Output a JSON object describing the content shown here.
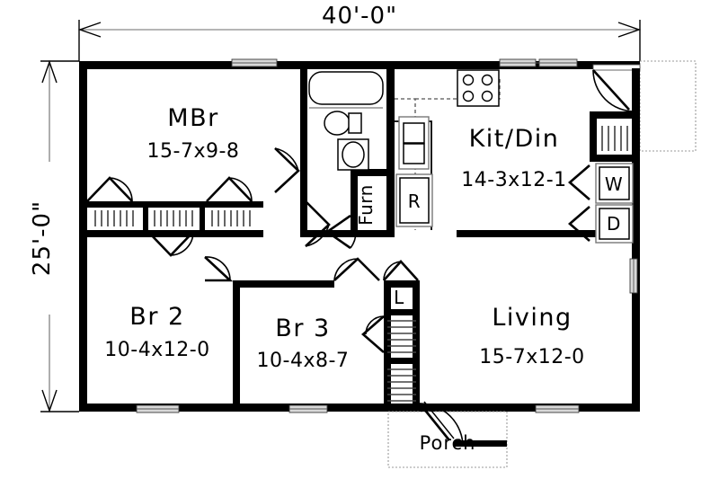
{
  "plan": {
    "title": "Single-story house floor plan",
    "overall_width_label": "40'-0\"",
    "overall_depth_label": "25'-0\"",
    "rooms": [
      {
        "id": "mbr",
        "name": "MBr",
        "dimensions": "15-7x9-8"
      },
      {
        "id": "kitdin",
        "name": "Kit/Din",
        "dimensions": "14-3x12-1"
      },
      {
        "id": "br2",
        "name": "Br 2",
        "dimensions": "10-4x12-0"
      },
      {
        "id": "br3",
        "name": "Br 3",
        "dimensions": "10-4x8-7"
      },
      {
        "id": "living",
        "name": "Living",
        "dimensions": "15-7x12-0"
      }
    ],
    "labels": {
      "furnace": "Furn",
      "refrigerator": "R",
      "washer": "W",
      "dryer": "D",
      "linen": "L",
      "porch": "Porch"
    },
    "colors": {
      "wall": "#000000",
      "background": "#ffffff",
      "window_fill": "#d8d8d8",
      "dimension_line": "#6b6b6b",
      "hairline": "#555555"
    }
  }
}
